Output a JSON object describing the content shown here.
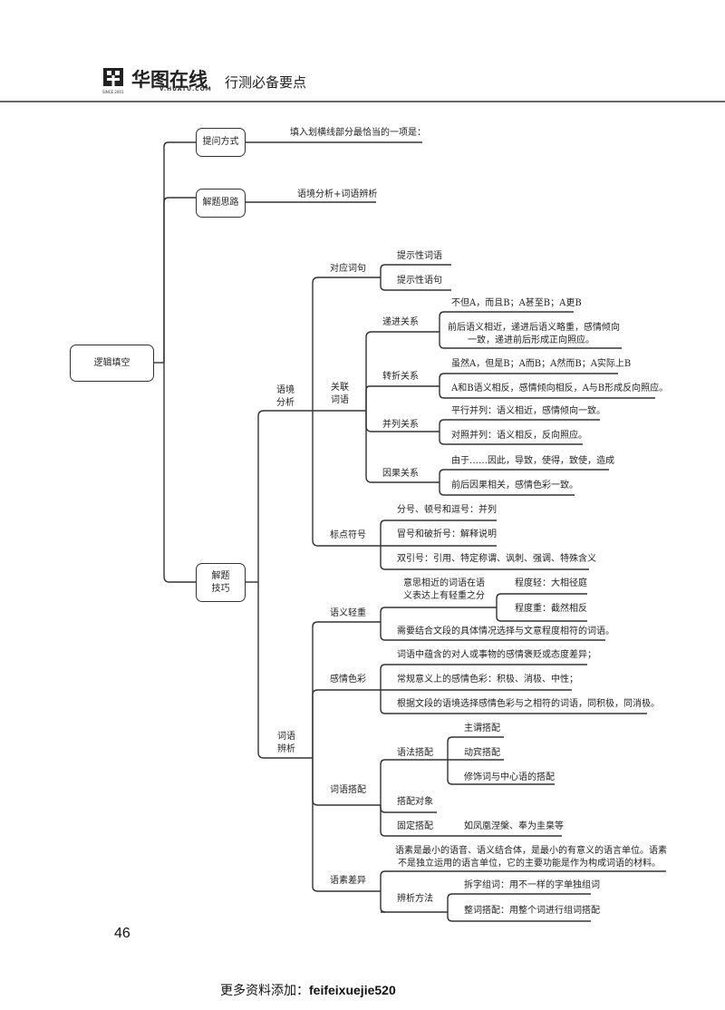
{
  "header": {
    "brand_name": "华图在线",
    "brand_url": "V.HUATU.COM",
    "since": "SINCE 2001",
    "doc_title": "行测必备要点"
  },
  "map": {
    "root": "逻辑填空",
    "l1": {
      "question_form": "提问方式",
      "question_form_text": "填入划横线部分最恰当的一项是：",
      "approach": "解题思路",
      "approach_text": "语境分析+词语辨析",
      "techniques_line1": "解题",
      "techniques_line2": "技巧"
    },
    "context": {
      "label_line1": "语境",
      "label_line2": "分析",
      "corresponding": {
        "label": "对应词句",
        "items": [
          "提示性词语",
          "提示性语句"
        ]
      },
      "conjunctions": {
        "label_line1": "关联",
        "label_line2": "词语",
        "progressive": {
          "label": "递进关系",
          "items": [
            "不但A，而且B；A甚至B；A更B",
            "前后语义相近，递进后语义略重，感情倾向",
            "一致，递进前后形成正向照应。"
          ]
        },
        "adversative": {
          "label": "转折关系",
          "items": [
            "虽然A，但是B；A而B；A然而B；A实际上B",
            "A和B语义相反，感情倾向相反，A与B形成反向照应。"
          ]
        },
        "parallel": {
          "label": "并列关系",
          "items": [
            "平行并列：语义相近，感情倾向一致。",
            "对照并列：语义相反，反向照应。"
          ]
        },
        "causal": {
          "label": "因果关系",
          "items": [
            "由于……因此，导致，使得，致使，造成",
            "前后因果相关，感情色彩一致。"
          ]
        }
      },
      "punctuation": {
        "label": "标点符号",
        "items": [
          "分号、顿号和逗号：并列",
          "冒号和破折号：解释说明",
          "双引号：引用、特定称谓、讽刺、强调、特殊含义"
        ]
      }
    },
    "word": {
      "label_line1": "词语",
      "label_line2": "辨析",
      "weight": {
        "label": "语义轻重",
        "desc_line1": "意思相近的词语在语",
        "desc_line2": "义表达上有轻重之分",
        "degrees": [
          "程度轻：大相径庭",
          "程度重：截然相反"
        ],
        "note": "需要结合文段的具体情况选择与文意程度相符的词语。"
      },
      "emotion": {
        "label": "感情色彩",
        "items": [
          "词语中蕴含的对人或事物的感情褒贬或态度差异；",
          "常规意义上的感情色彩：积极、消极、中性；",
          "根据文段的语境选择感情色彩与之相符的词语，同积极，同消极。"
        ]
      },
      "collocation": {
        "label": "词语搭配",
        "grammar": {
          "label": "语法搭配",
          "items": [
            "主谓搭配",
            "动宾搭配",
            "修饰词与中心语的搭配"
          ]
        },
        "object": "搭配对象",
        "fixed": {
          "label": "固定搭配",
          "example": "如凤凰涅槃、奉为圭臬等"
        }
      },
      "morpheme": {
        "label": "语素差异",
        "desc_line1": "语素是最小的语音、语义结合体，是最小的有意义的语言单位。语素",
        "desc_line2": "不是独立运用的语言单位，它的主要功能是作为构成词语的材料。",
        "method": {
          "label": "辨析方法",
          "items": [
            "拆字组词：用不一样的字单独组词",
            "整词搭配：用整个词进行组词搭配"
          ]
        }
      }
    }
  },
  "footer": {
    "page_number": "46",
    "promo_label": "更多资料添加：",
    "promo_id": "feifeixuejie520"
  }
}
